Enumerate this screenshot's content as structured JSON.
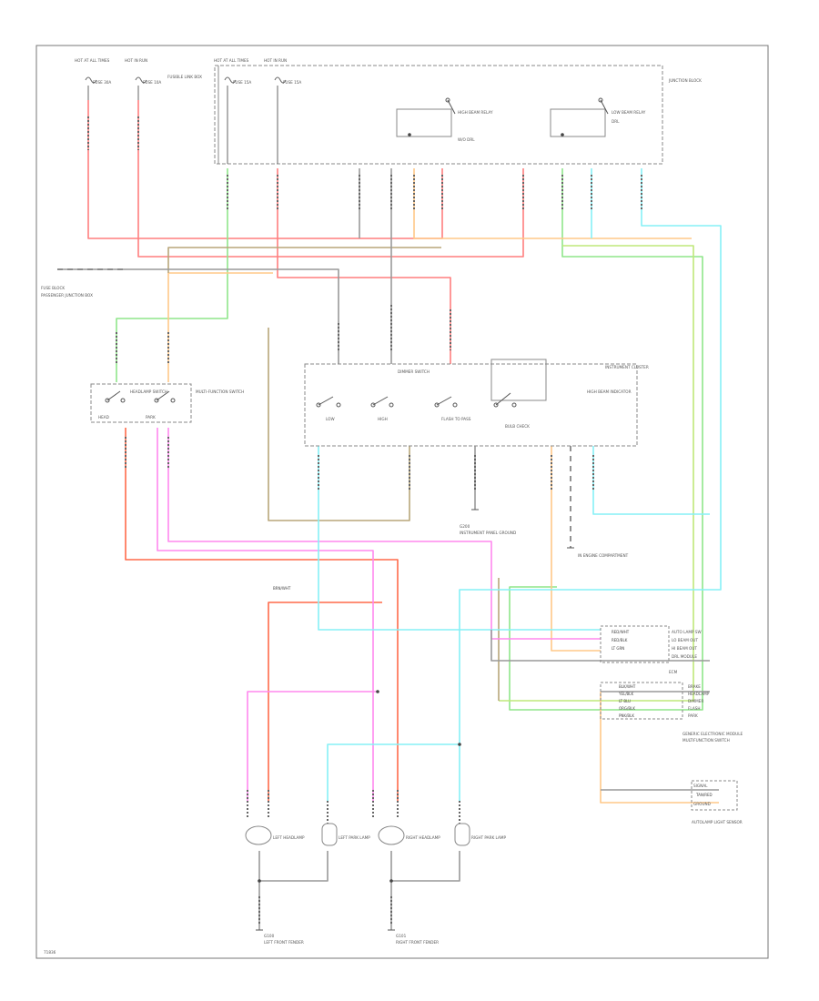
{
  "diagram": {
    "footer_code": "71836",
    "labels": {
      "hot_at_all_times_1": "HOT AT ALL TIMES",
      "hot_in_run_1": "HOT IN RUN",
      "hot_at_all_times_2": "HOT AT ALL TIMES",
      "hot_in_run_2": "HOT IN RUN",
      "fuse_1": "FUSE 30A",
      "fuse_2": "FUSE 10A",
      "fuse_3": "FUSE 15A",
      "fuse_4": "FUSE 15A",
      "fuse_block_ref": "FUSIBLE LINK BOX",
      "junction_block": "JUNCTION BLOCK",
      "relay_1": "HIGH BEAM RELAY",
      "relay_2": "LOW BEAM RELAY",
      "relay_1_coil": "W/O DRL",
      "relay_2_coil": "DRL",
      "fuse_box_left": "FUSE BLOCK",
      "passenger_jb": "PASSENGER JUNCTION BOX",
      "left_module": "MULTI-FUNCTION SWITCH",
      "headlamp_switch": "HEADLAMP SWITCH",
      "headlamp_sw_label_1": "HEAD",
      "headlamp_sw_label_2": "PARK",
      "dimmer_switch": "DIMMER SWITCH",
      "dimmer_label_1": "LOW",
      "dimmer_label_2": "HIGH",
      "flash_to_pass": "FLASH TO PASS",
      "ground_1": "G200",
      "ground_note": "INSTRUMENT PANEL GROUND",
      "instrument_cluster": "INSTRUMENT CLUSTER",
      "high_beam_ind": "HIGH BEAM INDICATOR",
      "bulb_check": "BULB CHECK",
      "ecm_label": "ECM",
      "ecm_pin_1": "AUTO LAMP SW",
      "ecm_pin_2": "LO BEAM OUT",
      "ecm_pin_3": "HI BEAM OUT",
      "ecm_pin_4": "DRL MODULE",
      "gem_label": "GENERIC ELECTRONIC MODULE",
      "gem_pin_1": "BRAKE",
      "gem_pin_2": "HEADLAMP",
      "gem_pin_3": "DIMMER",
      "gem_pin_4": "FLASH",
      "gem_pin_5": "PARK",
      "gem_note": "MULTIFUNCTION SWITCH",
      "auto_lamp_label": "AUTOLAMP LIGHT SENSOR",
      "auto_lamp_pin_1": "SIGNAL",
      "auto_lamp_pin_2": "GROUND",
      "wiring_note": "IN ENGINE COMPARTMENT",
      "left_headlamp": "LEFT HEADLAMP",
      "left_park": "LEFT PARK LAMP",
      "right_headlamp": "RIGHT HEADLAMP",
      "right_park": "RIGHT PARK LAMP",
      "ground_left": "G100",
      "ground_left_note": "LEFT FRONT FENDER",
      "ground_right": "G101",
      "ground_right_note": "RIGHT FRONT FENDER"
    },
    "wire_labels": {
      "w1": "RED/WHT",
      "w2": "RED/BLK",
      "w3": "LT GRN",
      "w4": "BLK/WHT",
      "w5": "YEL/BLK",
      "w6": "LT BLU",
      "w7": "ORG/BLK",
      "w8": "PNK/BLK",
      "w9": "TAN/RED",
      "w10": "BRN/WHT"
    },
    "colors": {
      "red": "#ff7f7f",
      "red_dark": "#ff6a4a",
      "green": "#8fe68a",
      "lime": "#bfe87a",
      "orange": "#ffc888",
      "tan": "#b8a67a",
      "pink": "#ff88ee",
      "cyan": "#86f0f6",
      "gray": "#888888",
      "dark": "#444444"
    }
  }
}
